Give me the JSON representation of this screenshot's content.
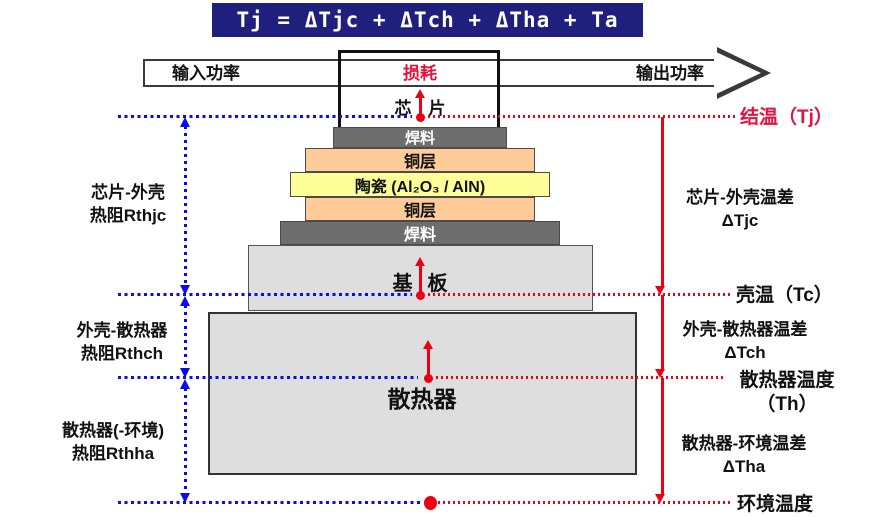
{
  "colors": {
    "banner-bg": "#1f1f7d",
    "banner-fg": "#ffffff",
    "red": "#ee0014",
    "red-text": "#e8103c",
    "blue": "#0a0af0",
    "solder": "#6e6e6e",
    "copper": "#ffcc99",
    "ceramic": "#ffff99",
    "plate": "#dedede",
    "edge": "#3a3a3a",
    "ink": "#111111"
  },
  "title": {
    "formula": "Tj = ΔTjc + ΔTch + ΔTha + Ta"
  },
  "power_flow": {
    "input": "输入功率",
    "loss": "损耗",
    "output": "输出功率"
  },
  "stack": {
    "chip": "芯片",
    "layers": [
      {
        "name": "solder-top",
        "label": "焊料"
      },
      {
        "name": "copper-top",
        "label": "铜层"
      },
      {
        "name": "ceramic",
        "label": "陶瓷 (Al₂O₃ / AlN)"
      },
      {
        "name": "copper-bottom",
        "label": "铜层"
      },
      {
        "name": "solder-bottom",
        "label": "焊料"
      }
    ],
    "substrate": "基板",
    "heatsink": "散热器"
  },
  "resistance_labels": [
    {
      "line1": "芯片-外壳",
      "line2": "热阻Rthjc"
    },
    {
      "line1": "外壳-散热器",
      "line2": "热阻Rthch"
    },
    {
      "line1": "散热器(-环境)",
      "line2": "热阻Rthha"
    }
  ],
  "delta_labels": [
    {
      "line1": "芯片-外壳温差",
      "line2": "ΔTjc"
    },
    {
      "line1": "外壳-散热器温差",
      "line2": "ΔTch"
    },
    {
      "line1": "散热器-环境温差",
      "line2": "ΔTha"
    }
  ],
  "temp_labels": {
    "tj": "结温（Tj）",
    "tc": "壳温（Tc）",
    "th_line1": "散热器温度",
    "th_line2": "（Th）",
    "ta": "环境温度"
  }
}
